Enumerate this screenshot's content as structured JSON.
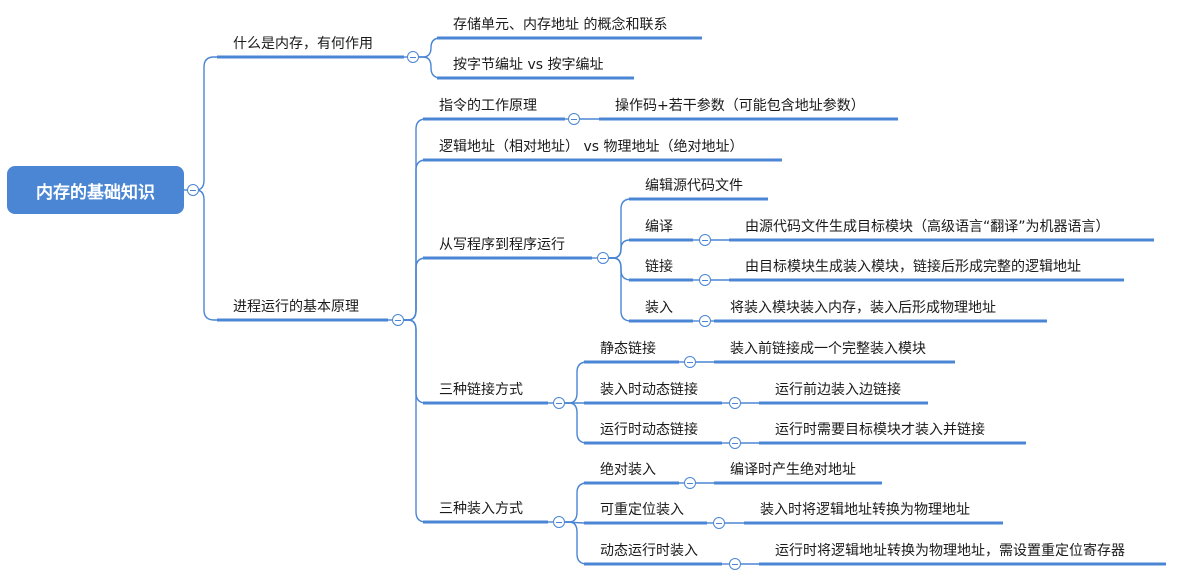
{
  "mindmap": {
    "root": "内存的基础知识",
    "branches": [
      {
        "label": "什么是内存，有何作用",
        "children": [
          {
            "label": "存储单元、内存地址 的概念和联系"
          },
          {
            "label": "按字节编址 vs 按字编址"
          }
        ]
      },
      {
        "label": "进程运行的基本原理",
        "children": [
          {
            "label": "指令的工作原理",
            "children": [
              {
                "label": "操作码+若干参数（可能包含地址参数）"
              }
            ]
          },
          {
            "label": "逻辑地址（相对地址） vs 物理地址（绝对地址）"
          },
          {
            "label": "从写程序到程序运行",
            "children": [
              {
                "label": "编辑源代码文件"
              },
              {
                "label": "编译",
                "children": [
                  {
                    "label": "由源代码文件生成目标模块（高级语言“翻译”为机器语言）"
                  }
                ]
              },
              {
                "label": "链接",
                "children": [
                  {
                    "label": "由目标模块生成装入模块，链接后形成完整的逻辑地址"
                  }
                ]
              },
              {
                "label": "装入",
                "children": [
                  {
                    "label": "将装入模块装入内存，装入后形成物理地址"
                  }
                ]
              }
            ]
          },
          {
            "label": "三种链接方式",
            "children": [
              {
                "label": "静态链接",
                "children": [
                  {
                    "label": "装入前链接成一个完整装入模块"
                  }
                ]
              },
              {
                "label": "装入时动态链接",
                "children": [
                  {
                    "label": "运行前边装入边链接"
                  }
                ]
              },
              {
                "label": "运行时动态链接",
                "children": [
                  {
                    "label": "运行时需要目标模块才装入并链接"
                  }
                ]
              }
            ]
          },
          {
            "label": "三种装入方式",
            "children": [
              {
                "label": "绝对装入",
                "children": [
                  {
                    "label": "编译时产生绝对地址"
                  }
                ]
              },
              {
                "label": "可重定位装入",
                "children": [
                  {
                    "label": "装入时将逻辑地址转换为物理地址"
                  }
                ]
              },
              {
                "label": "动态运行时装入",
                "children": [
                  {
                    "label": "运行时将逻辑地址转换为物理地址，需设置重定位寄存器"
                  }
                ]
              }
            ]
          }
        ]
      }
    ],
    "colors": {
      "line": "#4a86d4",
      "root_fill": "#4a86d4",
      "root_text": "#ffffff",
      "text": "#1a1a1a"
    }
  }
}
